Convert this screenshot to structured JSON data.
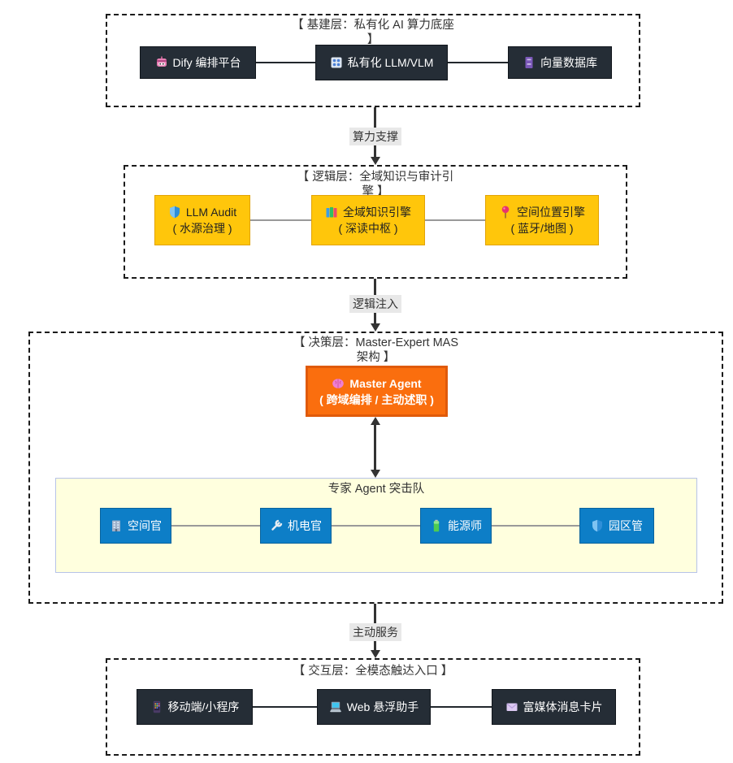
{
  "diagram": {
    "edges": {
      "compute_support": "算力支撑",
      "logic_injection": "逻辑注入",
      "proactive_service": "主动服务"
    },
    "infra": {
      "title_line1": "【 基建层：私有化 AI 算力底座",
      "title_line2": "】",
      "nodes": [
        {
          "icon": "robot-icon",
          "label": "Dify 编排平台"
        },
        {
          "icon": "control-knobs-icon",
          "label": "私有化 LLM/VLM"
        },
        {
          "icon": "file-cabinet-icon",
          "label": "向量数据库"
        }
      ]
    },
    "logic": {
      "title_line1": "【 逻辑层：全域知识与审计引",
      "title_line2": "擎 】",
      "nodes": [
        {
          "icon": "shield-icon",
          "label": "LLM Audit",
          "sub": "( 水源治理 )"
        },
        {
          "icon": "books-icon",
          "label": "全域知识引擎",
          "sub": "( 深读中枢 )"
        },
        {
          "icon": "round-pushpin-icon",
          "label": "空间位置引擎",
          "sub": "( 蓝牙/地图 )"
        }
      ]
    },
    "decision": {
      "title_line1": "【 决策层：Master-Expert MAS",
      "title_line2": "架构 】",
      "master": {
        "icon": "brain-icon",
        "label": "Master Agent",
        "sub": "( 跨域编排 / 主动述职 )"
      },
      "squad": {
        "title": "专家 Agent 突击队",
        "nodes": [
          {
            "icon": "office-building-icon",
            "label": "空间官"
          },
          {
            "icon": "wrench-icon",
            "label": "机电官"
          },
          {
            "icon": "battery-icon",
            "label": "能源师"
          },
          {
            "icon": "shield-icon",
            "label": "园区管"
          }
        ]
      }
    },
    "interaction": {
      "title_line1": "【 交互层：全模态触达入口 】",
      "nodes": [
        {
          "icon": "mobile-phone-icon",
          "label": "移动端/小程序"
        },
        {
          "icon": "laptop-icon",
          "label": "Web 悬浮助手"
        },
        {
          "icon": "envelope-icon",
          "label": "富媒体消息卡片"
        }
      ]
    },
    "colors": {
      "node_dark": "#252d36",
      "node_dark_border": "#11161c",
      "node_yellow": "#ffc60b",
      "node_yellow_border": "#e2a306",
      "node_blue": "#0d7ec7",
      "node_blue_border": "#0a639c",
      "master_fill": "#fa6e0e",
      "master_border": "#e05a0a",
      "squad_fill": "#ffffde",
      "squad_border": "#b7c3e8",
      "edge_label_bg": "#e8e8e8",
      "arrow": "#333333"
    }
  }
}
